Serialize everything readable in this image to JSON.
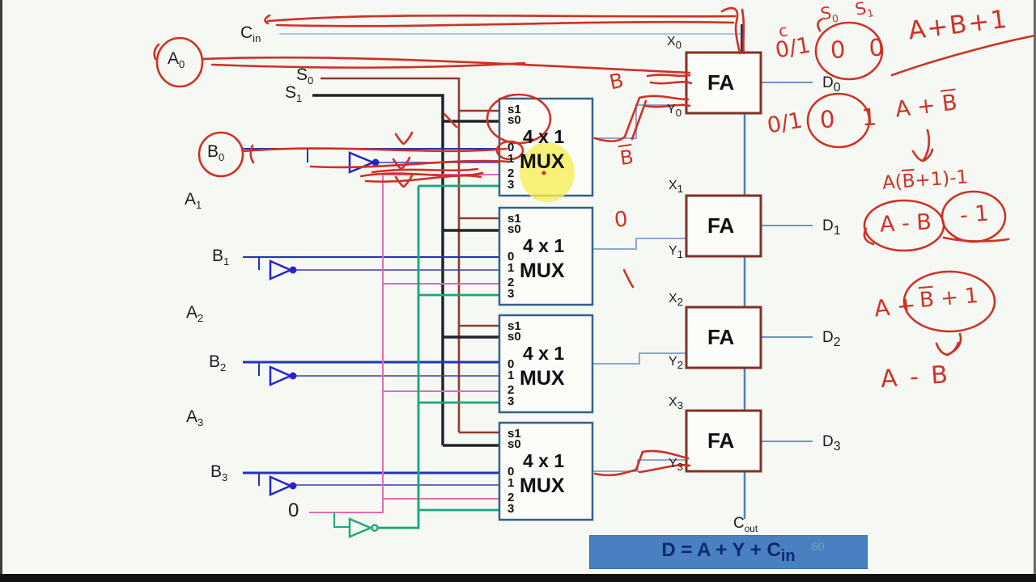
{
  "labels": {
    "cin": {
      "base": "C",
      "sub": "in"
    },
    "s": [
      {
        "base": "S",
        "sub": "0"
      },
      {
        "base": "S",
        "sub": "1"
      }
    ],
    "a": [
      {
        "base": "A",
        "sub": "0"
      },
      {
        "base": "A",
        "sub": "1"
      },
      {
        "base": "A",
        "sub": "2"
      },
      {
        "base": "A",
        "sub": "3"
      }
    ],
    "b": [
      {
        "base": "B",
        "sub": "0"
      },
      {
        "base": "B",
        "sub": "1"
      },
      {
        "base": "B",
        "sub": "2"
      },
      {
        "base": "B",
        "sub": "3"
      }
    ],
    "zero_const": "0",
    "cout": {
      "base": "C",
      "sub": "out"
    }
  },
  "mux": {
    "s1": "s1",
    "s0": "s0",
    "in0": "0",
    "in1": "1",
    "in2": "2",
    "in3": "3",
    "size": "4 x 1",
    "name": "MUX"
  },
  "fa": {
    "label": "FA",
    "x": [
      {
        "base": "X",
        "sub": "0"
      },
      {
        "base": "X",
        "sub": "1"
      },
      {
        "base": "X",
        "sub": "2"
      },
      {
        "base": "X",
        "sub": "3"
      }
    ],
    "y": [
      {
        "base": "Y",
        "sub": "0"
      },
      {
        "base": "Y",
        "sub": "1"
      },
      {
        "base": "Y",
        "sub": "2"
      },
      {
        "base": "Y",
        "sub": "3"
      }
    ],
    "d": [
      {
        "base": "D",
        "sub": "0"
      },
      {
        "base": "D",
        "sub": "1"
      },
      {
        "base": "D",
        "sub": "2"
      },
      {
        "base": "D",
        "sub": "3"
      }
    ]
  },
  "banner": {
    "text": "D = A + Y + C",
    "sub": "in",
    "watermark": "60"
  },
  "annotations": {
    "c": "c",
    "s0_header": {
      "base": "S",
      "sub": "0"
    },
    "s1_header": {
      "base": "S",
      "sub": "1"
    },
    "sel_top": "0/1",
    "bits_top": "0 0",
    "expr_top": "A+B+1",
    "sel_mid": "0/1",
    "bits_mid": "0 1",
    "a_plus_bbar": {
      "pre": "A + ",
      "bar": "B"
    },
    "expr_mid": {
      "pre": "A(",
      "bar": "B",
      "post": "+1)-1"
    },
    "a_minus_b": "A - B",
    "minus_one": "- 1",
    "a_plus": "A +",
    "bbar_plus_one": {
      "bar": "B",
      "post": " + 1"
    },
    "a_minus_b2": "A - B",
    "b_mark": "B",
    "b_bar_mark": {
      "bar": "B"
    },
    "zero_mark": "0"
  },
  "colors": {
    "annotation_red": "#cf3126",
    "wire_light_blue": "#8fa8cc",
    "carry_blue": "#4e7fb5",
    "mux_border": "#34618d",
    "fa_border": "#833026",
    "select_s0_brown": "#8e3b2f",
    "select_s1_black": "#23232a",
    "b_wire_navy": "#2233bb",
    "const_pink": "#e36bb8",
    "const_teal": "#18a57e",
    "banner_bg": "#4a80c1",
    "highlight_yellow": "#f5ee58"
  }
}
